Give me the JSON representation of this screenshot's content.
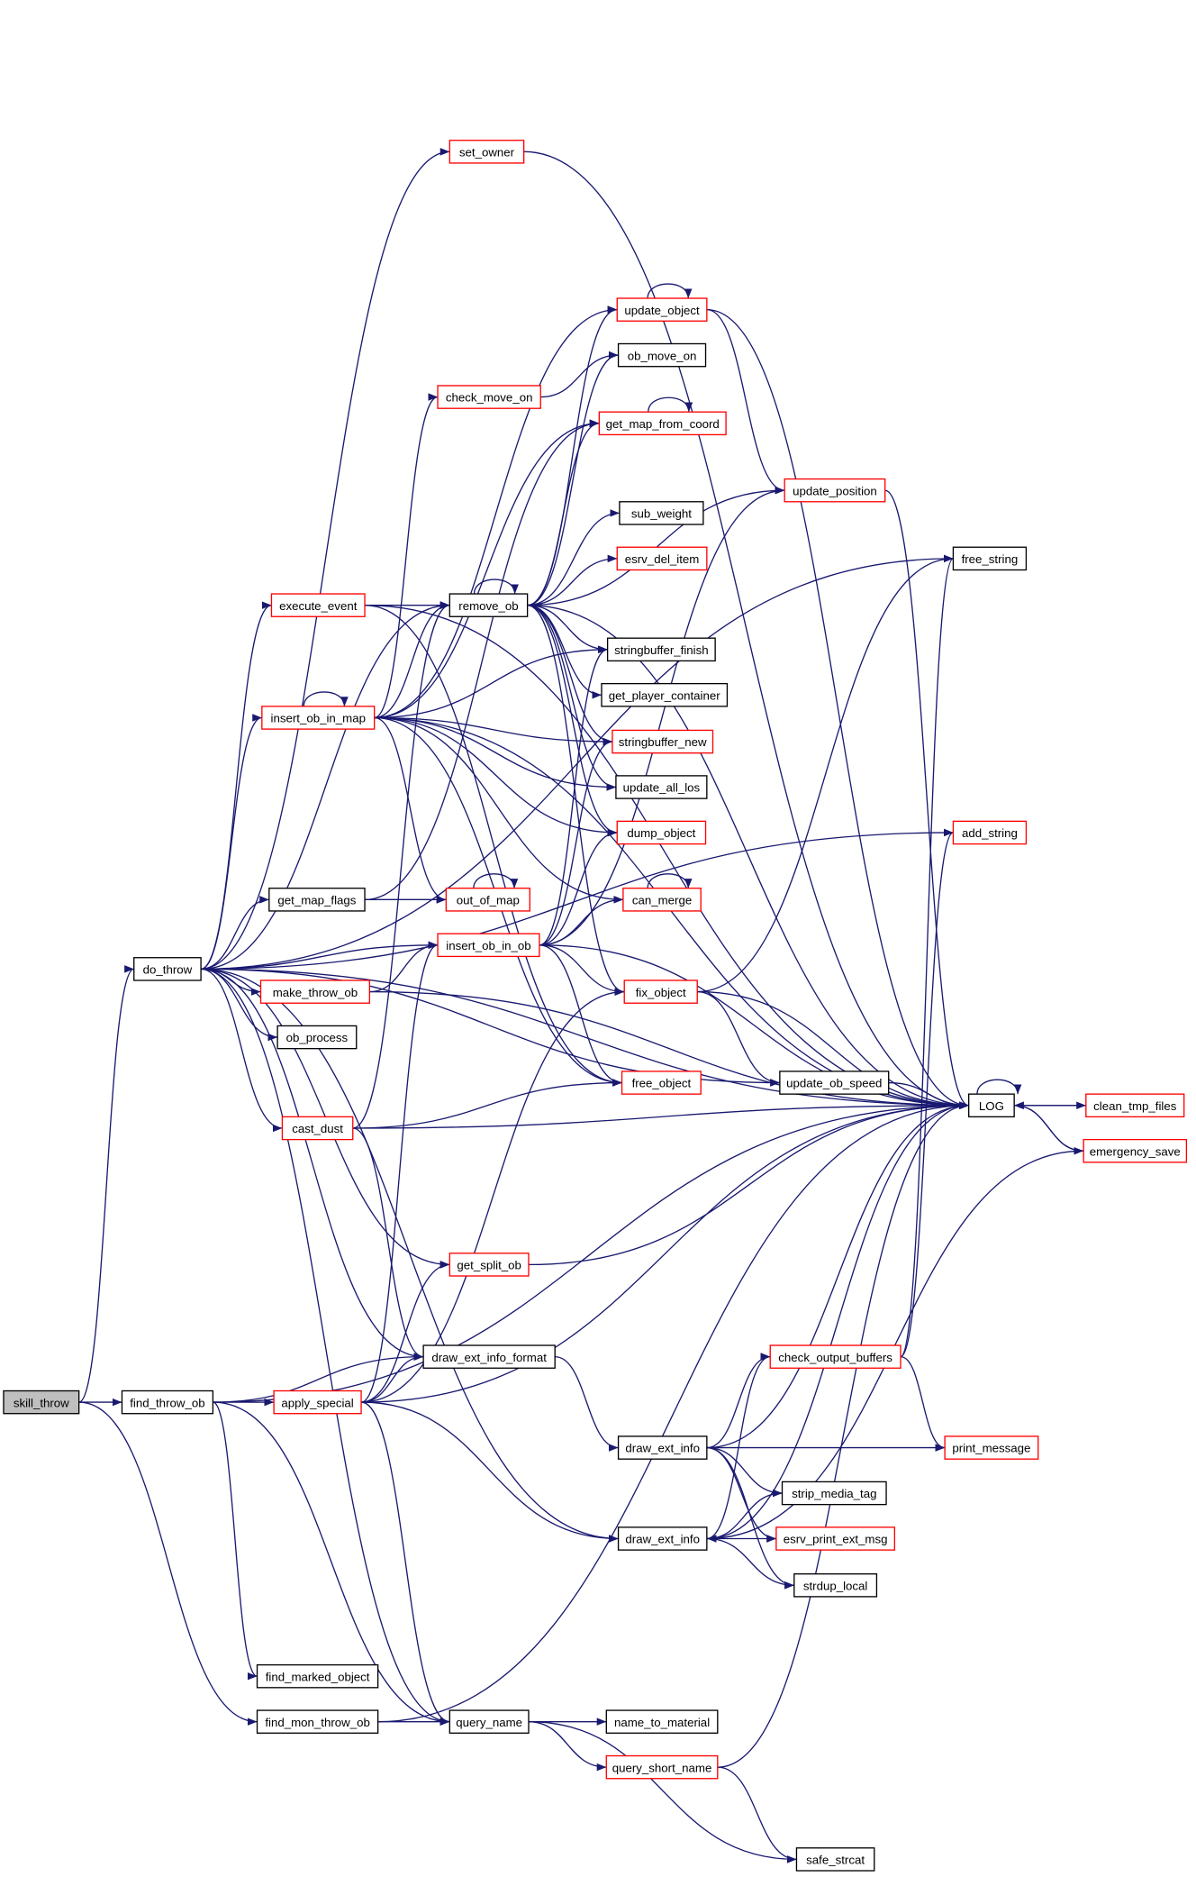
{
  "title": "skill_throw call graph",
  "colors": {
    "edge": "#191970",
    "highlight_border": "#ff0000",
    "root_fill": "#bfbfbf"
  },
  "nodes": [
    {
      "id": "skill_throw",
      "label": "skill_throw",
      "style": "root"
    },
    {
      "id": "find_throw_ob",
      "label": "find_throw_ob",
      "style": "black"
    },
    {
      "id": "do_throw",
      "label": "do_throw",
      "style": "black"
    },
    {
      "id": "apply_special",
      "label": "apply_special",
      "style": "red"
    },
    {
      "id": "find_marked_object",
      "label": "find_marked_object",
      "style": "black"
    },
    {
      "id": "find_mon_throw_ob",
      "label": "find_mon_throw_ob",
      "style": "black"
    },
    {
      "id": "query_name",
      "label": "query_name",
      "style": "black"
    },
    {
      "id": "name_to_material",
      "label": "name_to_material",
      "style": "black"
    },
    {
      "id": "query_short_name",
      "label": "query_short_name",
      "style": "red"
    },
    {
      "id": "safe_strcat",
      "label": "safe_strcat",
      "style": "black"
    },
    {
      "id": "draw_ext_info_format",
      "label": "draw_ext_info_format",
      "style": "black"
    },
    {
      "id": "draw_ext_info_1",
      "label": "draw_ext_info",
      "style": "black"
    },
    {
      "id": "draw_ext_info_2",
      "label": "draw_ext_info",
      "style": "black"
    },
    {
      "id": "strip_media_tag",
      "label": "strip_media_tag",
      "style": "black"
    },
    {
      "id": "esrv_print_ext_msg",
      "label": "esrv_print_ext_msg",
      "style": "red"
    },
    {
      "id": "strdup_local",
      "label": "strdup_local",
      "style": "black"
    },
    {
      "id": "check_output_buffers",
      "label": "check_output_buffers",
      "style": "red"
    },
    {
      "id": "print_message",
      "label": "print_message",
      "style": "red"
    },
    {
      "id": "get_split_ob",
      "label": "get_split_ob",
      "style": "red"
    },
    {
      "id": "cast_dust",
      "label": "cast_dust",
      "style": "red"
    },
    {
      "id": "ob_process",
      "label": "ob_process",
      "style": "black"
    },
    {
      "id": "make_throw_ob",
      "label": "make_throw_ob",
      "style": "red"
    },
    {
      "id": "get_map_flags",
      "label": "get_map_flags",
      "style": "black"
    },
    {
      "id": "insert_ob_in_map",
      "label": "insert_ob_in_map",
      "style": "red"
    },
    {
      "id": "execute_event",
      "label": "execute_event",
      "style": "red"
    },
    {
      "id": "set_owner",
      "label": "set_owner",
      "style": "red"
    },
    {
      "id": "check_move_on",
      "label": "check_move_on",
      "style": "red"
    },
    {
      "id": "remove_ob",
      "label": "remove_ob",
      "style": "black"
    },
    {
      "id": "insert_ob_in_ob",
      "label": "insert_ob_in_ob",
      "style": "red"
    },
    {
      "id": "out_of_map",
      "label": "out_of_map",
      "style": "red"
    },
    {
      "id": "update_object",
      "label": "update_object",
      "style": "red"
    },
    {
      "id": "ob_move_on",
      "label": "ob_move_on",
      "style": "black"
    },
    {
      "id": "get_map_from_coord",
      "label": "get_map_from_coord",
      "style": "red"
    },
    {
      "id": "update_position",
      "label": "update_position",
      "style": "red"
    },
    {
      "id": "sub_weight",
      "label": "sub_weight",
      "style": "black"
    },
    {
      "id": "esrv_del_item",
      "label": "esrv_del_item",
      "style": "red"
    },
    {
      "id": "stringbuffer_finish",
      "label": "stringbuffer_finish",
      "style": "black"
    },
    {
      "id": "get_player_container",
      "label": "get_player_container",
      "style": "black"
    },
    {
      "id": "stringbuffer_new",
      "label": "stringbuffer_new",
      "style": "red"
    },
    {
      "id": "update_all_los",
      "label": "update_all_los",
      "style": "black"
    },
    {
      "id": "dump_object",
      "label": "dump_object",
      "style": "red"
    },
    {
      "id": "can_merge",
      "label": "can_merge",
      "style": "red"
    },
    {
      "id": "fix_object",
      "label": "fix_object",
      "style": "red"
    },
    {
      "id": "free_object",
      "label": "free_object",
      "style": "red"
    },
    {
      "id": "update_ob_speed",
      "label": "update_ob_speed",
      "style": "black"
    },
    {
      "id": "free_string",
      "label": "free_string",
      "style": "black"
    },
    {
      "id": "add_string",
      "label": "add_string",
      "style": "red"
    },
    {
      "id": "LOG",
      "label": "LOG",
      "style": "black"
    },
    {
      "id": "clean_tmp_files",
      "label": "clean_tmp_files",
      "style": "red"
    },
    {
      "id": "emergency_save",
      "label": "emergency_save",
      "style": "red"
    }
  ],
  "edges": [
    [
      "skill_throw",
      "do_throw"
    ],
    [
      "skill_throw",
      "find_throw_ob"
    ],
    [
      "skill_throw",
      "find_mon_throw_ob"
    ],
    [
      "find_throw_ob",
      "apply_special"
    ],
    [
      "find_throw_ob",
      "draw_ext_info_format"
    ],
    [
      "find_throw_ob",
      "find_marked_object"
    ],
    [
      "find_throw_ob",
      "query_name"
    ],
    [
      "find_throw_ob",
      "LOG"
    ],
    [
      "do_throw",
      "free_string"
    ],
    [
      "do_throw",
      "add_string"
    ],
    [
      "do_throw",
      "set_owner"
    ],
    [
      "do_throw",
      "execute_event"
    ],
    [
      "do_throw",
      "remove_ob"
    ],
    [
      "do_throw",
      "insert_ob_in_map"
    ],
    [
      "do_throw",
      "get_map_flags"
    ],
    [
      "do_throw",
      "insert_ob_in_ob"
    ],
    [
      "do_throw",
      "make_throw_ob"
    ],
    [
      "do_throw",
      "ob_process"
    ],
    [
      "do_throw",
      "cast_dust"
    ],
    [
      "do_throw",
      "get_split_ob"
    ],
    [
      "do_throw",
      "draw_ext_info_format"
    ],
    [
      "do_throw",
      "draw_ext_info_2"
    ],
    [
      "do_throw",
      "query_name"
    ],
    [
      "do_throw",
      "update_ob_speed"
    ],
    [
      "do_throw",
      "LOG"
    ],
    [
      "apply_special",
      "get_split_ob"
    ],
    [
      "apply_special",
      "draw_ext_info_format"
    ],
    [
      "apply_special",
      "insert_ob_in_ob"
    ],
    [
      "apply_special",
      "fix_object"
    ],
    [
      "apply_special",
      "draw_ext_info_2"
    ],
    [
      "apply_special",
      "query_name"
    ],
    [
      "apply_special",
      "LOG"
    ],
    [
      "find_mon_throw_ob",
      "query_name"
    ],
    [
      "find_mon_throw_ob",
      "LOG"
    ],
    [
      "query_name",
      "name_to_material"
    ],
    [
      "query_name",
      "query_short_name"
    ],
    [
      "query_name",
      "safe_strcat"
    ],
    [
      "query_short_name",
      "safe_strcat"
    ],
    [
      "query_short_name",
      "LOG"
    ],
    [
      "draw_ext_info_format",
      "draw_ext_info_1"
    ],
    [
      "draw_ext_info_1",
      "check_output_buffers"
    ],
    [
      "draw_ext_info_1",
      "print_message"
    ],
    [
      "draw_ext_info_1",
      "strip_media_tag"
    ],
    [
      "draw_ext_info_1",
      "esrv_print_ext_msg"
    ],
    [
      "draw_ext_info_1",
      "strdup_local"
    ],
    [
      "draw_ext_info_1",
      "LOG"
    ],
    [
      "draw_ext_info_2",
      "check_output_buffers"
    ],
    [
      "draw_ext_info_2",
      "strip_media_tag"
    ],
    [
      "draw_ext_info_2",
      "esrv_print_ext_msg"
    ],
    [
      "draw_ext_info_2",
      "strdup_local"
    ],
    [
      "draw_ext_info_2",
      "LOG"
    ],
    [
      "check_output_buffers",
      "print_message"
    ],
    [
      "check_output_buffers",
      "free_string"
    ],
    [
      "check_output_buffers",
      "add_string"
    ],
    [
      "LOG",
      "LOG"
    ],
    [
      "LOG",
      "clean_tmp_files"
    ],
    [
      "LOG",
      "emergency_save"
    ],
    [
      "clean_tmp_files",
      "LOG"
    ],
    [
      "emergency_save",
      "LOG"
    ],
    [
      "emergency_save",
      "draw_ext_info_2"
    ],
    [
      "get_split_ob",
      "LOG"
    ],
    [
      "cast_dust",
      "free_object"
    ],
    [
      "cast_dust",
      "draw_ext_info_format"
    ],
    [
      "cast_dust",
      "remove_ob"
    ],
    [
      "cast_dust",
      "LOG"
    ],
    [
      "make_throw_ob",
      "insert_ob_in_ob"
    ],
    [
      "make_throw_ob",
      "LOG"
    ],
    [
      "get_map_flags",
      "out_of_map"
    ],
    [
      "get_map_flags",
      "get_map_from_coord"
    ],
    [
      "insert_ob_in_map",
      "insert_ob_in_map"
    ],
    [
      "insert_ob_in_map",
      "check_move_on"
    ],
    [
      "insert_ob_in_map",
      "update_object"
    ],
    [
      "insert_ob_in_map",
      "get_map_from_coord"
    ],
    [
      "insert_ob_in_map",
      "remove_ob"
    ],
    [
      "insert_ob_in_map",
      "stringbuffer_finish"
    ],
    [
      "insert_ob_in_map",
      "stringbuffer_new"
    ],
    [
      "insert_ob_in_map",
      "update_all_los"
    ],
    [
      "insert_ob_in_map",
      "dump_object"
    ],
    [
      "insert_ob_in_map",
      "out_of_map"
    ],
    [
      "insert_ob_in_map",
      "can_merge"
    ],
    [
      "insert_ob_in_map",
      "free_object"
    ],
    [
      "insert_ob_in_map",
      "LOG"
    ],
    [
      "execute_event",
      "remove_ob"
    ],
    [
      "execute_event",
      "free_object"
    ],
    [
      "execute_event",
      "LOG"
    ],
    [
      "set_owner",
      "LOG"
    ],
    [
      "remove_ob",
      "remove_ob"
    ],
    [
      "remove_ob",
      "update_object"
    ],
    [
      "remove_ob",
      "ob_move_on"
    ],
    [
      "remove_ob",
      "get_map_from_coord"
    ],
    [
      "remove_ob",
      "update_position"
    ],
    [
      "remove_ob",
      "sub_weight"
    ],
    [
      "remove_ob",
      "esrv_del_item"
    ],
    [
      "remove_ob",
      "stringbuffer_finish"
    ],
    [
      "remove_ob",
      "get_player_container"
    ],
    [
      "remove_ob",
      "stringbuffer_new"
    ],
    [
      "remove_ob",
      "update_all_los"
    ],
    [
      "remove_ob",
      "dump_object"
    ],
    [
      "remove_ob",
      "fix_object"
    ],
    [
      "remove_ob",
      "LOG"
    ],
    [
      "insert_ob_in_ob",
      "stringbuffer_finish"
    ],
    [
      "insert_ob_in_ob",
      "stringbuffer_new"
    ],
    [
      "insert_ob_in_ob",
      "dump_object"
    ],
    [
      "insert_ob_in_ob",
      "can_merge"
    ],
    [
      "insert_ob_in_ob",
      "fix_object"
    ],
    [
      "insert_ob_in_ob",
      "free_object"
    ],
    [
      "insert_ob_in_ob",
      "update_position"
    ],
    [
      "insert_ob_in_ob",
      "LOG"
    ],
    [
      "update_object",
      "update_object"
    ],
    [
      "update_object",
      "update_position"
    ],
    [
      "update_object",
      "LOG"
    ],
    [
      "get_map_from_coord",
      "get_map_from_coord"
    ],
    [
      "can_merge",
      "can_merge"
    ],
    [
      "out_of_map",
      "out_of_map"
    ],
    [
      "fix_object",
      "free_string"
    ],
    [
      "fix_object",
      "update_ob_speed"
    ],
    [
      "fix_object",
      "LOG"
    ],
    [
      "update_position",
      "LOG"
    ],
    [
      "update_ob_speed",
      "LOG"
    ],
    [
      "check_move_on",
      "ob_move_on"
    ]
  ]
}
